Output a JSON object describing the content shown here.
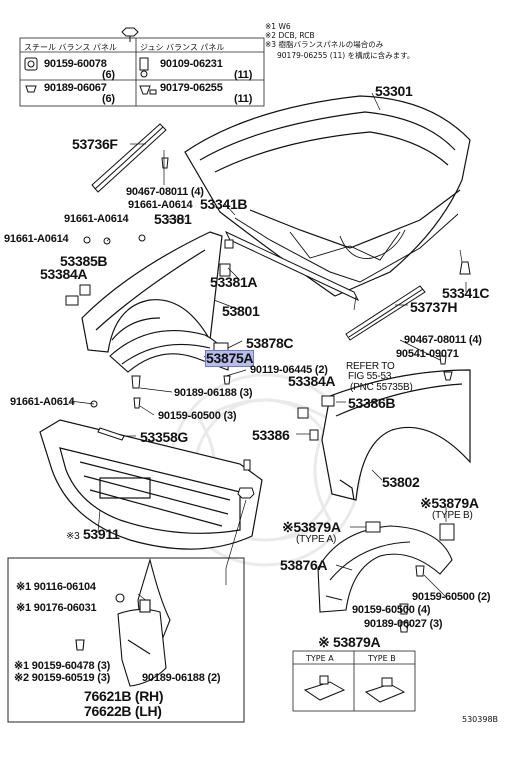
{
  "notes": {
    "n1_mark": "※1",
    "n1_text": "W6",
    "n2_mark": "※2",
    "n2_text": "DCB, RCB",
    "n3_mark": "※3",
    "n3_text_line1": "樹脂バランスパネルの場合のみ",
    "n3_text_line2": "90179-06255 (11) を構成に含みます。"
  },
  "top_box": {
    "col1_header": "スチール バランス パネル",
    "col2_header": "ジュシ バランス パネル",
    "r1c1": "90159-60078",
    "r1c1_qty": "(6)",
    "r2c1": "90189-06067",
    "r2c1_qty": "(6)",
    "r1c2": "90109-06231",
    "r1c2_qty": "(11)",
    "r2c2": "90179-06255",
    "r2c2_qty": "(11)"
  },
  "labels": {
    "p53301": "53301",
    "p53736F": "53736F",
    "p90467a": "90467-08011 (4)",
    "p91661a": "91661-A0614",
    "p53341B": "53341B",
    "p91661b": "91661-A0614",
    "p53381": "53381",
    "p91661c": "91661-A0614",
    "p53385B": "53385B",
    "p53384A_l": "53384A",
    "p53381A": "53381A",
    "p53341C": "53341C",
    "p53737H": "53737H",
    "p53801": "53801",
    "p53878C": "53878C",
    "p90467b": "90467-08011 (4)",
    "p53875A": "53875A",
    "p90541": "90541-09071",
    "p90119": "90119-06445 (2)",
    "refer_line1": "REFER TO",
    "refer_line2": "FIG 55-53",
    "refer_line3": "(PNC 55735B)",
    "p53384A_r": "53384A",
    "p90189a": "90189-06188 (3)",
    "p91661d": "91661-A0614",
    "p53386B": "53386B",
    "p90159a": "90159-60500 (3)",
    "p53358G": "53358G",
    "p53386": "53386",
    "p53802": "53802",
    "p53879A_b": "※53879A",
    "typeb": "(TYPE B)",
    "p53911_mark": "※3",
    "p53911": "53911",
    "p53879A_a": "※53879A",
    "typea": "(TYPE A)",
    "p53876A": "53876A",
    "p90159b": "90159-60500 (2)",
    "p90159c": "90159-60500 (4)",
    "p90189b": "90189-06027 (3)",
    "legend_title": "※ 53879A",
    "legend_typea": "TYPE A",
    "legend_typeb": "TYPE B",
    "inset_90116": "※1 90116-06104",
    "inset_90176": "※1 90176-06031",
    "inset_90159a": "※1 90159-60478 (3)",
    "inset_90159b": "※2 90159-60519 (3)",
    "inset_90189": "90189-06188 (2)",
    "inset_76621": "76621B (RH)",
    "inset_76622": "76622B (LH)",
    "figcode": "530398B"
  },
  "colors": {
    "ink": "#111111",
    "highlight": "#b8bce8"
  }
}
